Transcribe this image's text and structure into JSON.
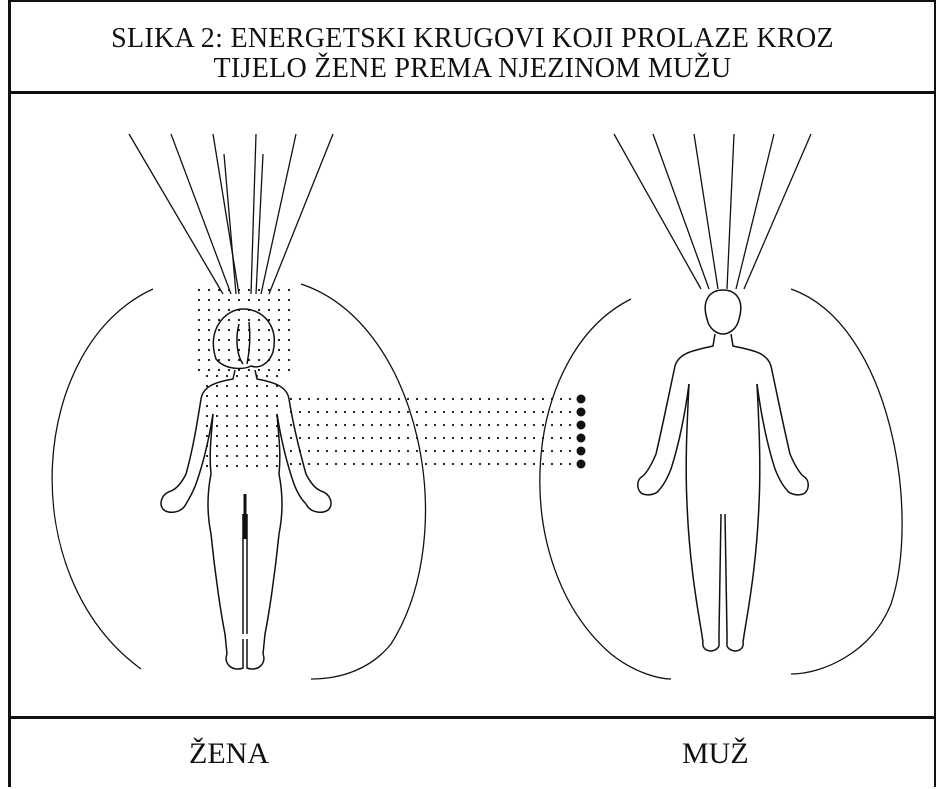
{
  "title": {
    "line1": "SLIKA 2: ENERGETSKI KRUGOVI KOJI PROLAZE KROZ",
    "line2": "TIJELO ŽENE PREMA NJEZINOM MUŽU"
  },
  "labels": {
    "woman": "ŽENA",
    "man": "MUŽ"
  },
  "colors": {
    "ink": "#111111",
    "background": "#ffffff"
  }
}
